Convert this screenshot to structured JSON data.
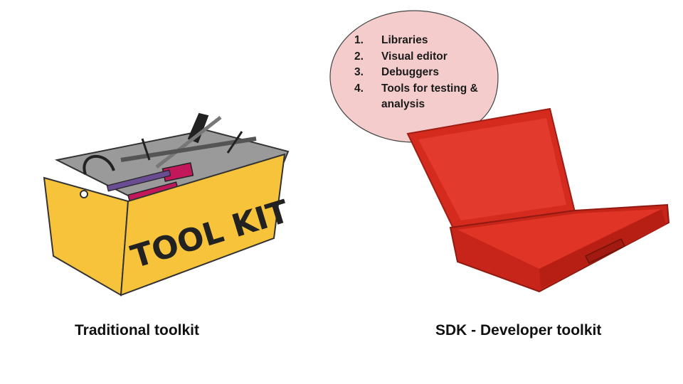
{
  "bubble": {
    "items": [
      {
        "num": "1.",
        "text": "Libraries"
      },
      {
        "num": "2.",
        "text": "Visual editor"
      },
      {
        "num": "3.",
        "text": "Debuggers"
      },
      {
        "num": "4.",
        "text": "Tools for testing & analysis"
      }
    ],
    "fill_color": "#f4cccc"
  },
  "left": {
    "caption": "Traditional toolkit",
    "box_lettering": "TOOL KIT",
    "box_color": "#f7c33b"
  },
  "right": {
    "caption": "SDK - Developer toolkit",
    "case_color": "#d52b1e"
  }
}
